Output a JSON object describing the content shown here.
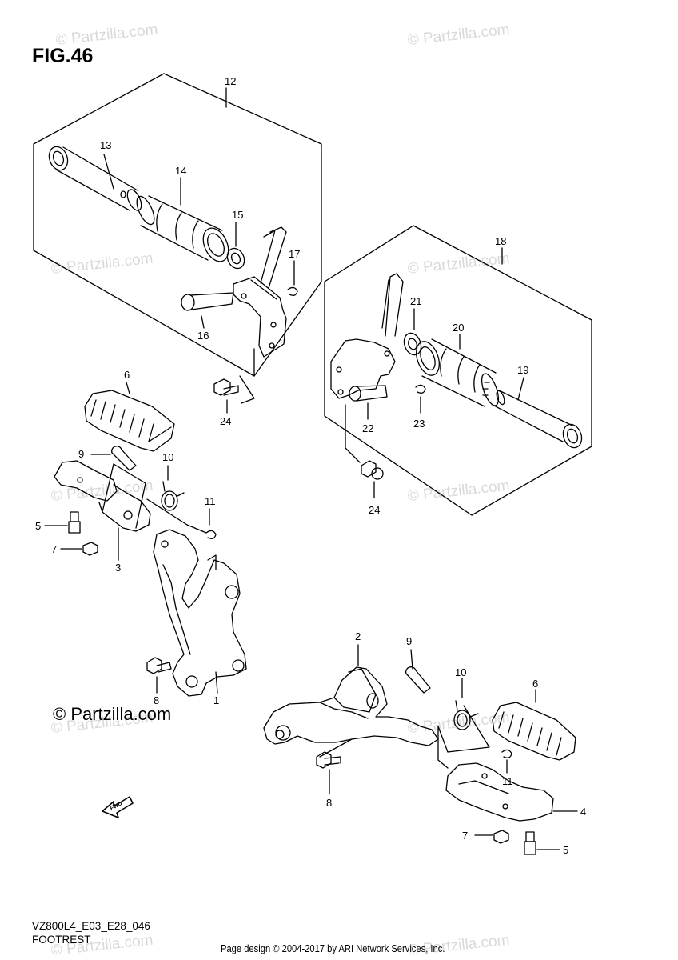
{
  "figure": {
    "title": "FIG.46"
  },
  "watermark": {
    "text": "© Partzilla.com"
  },
  "brand": {
    "text": "© Partzilla.com"
  },
  "callouts": {
    "c1": "1",
    "c2": "2",
    "c3": "3",
    "c4": "4",
    "c5a": "5",
    "c5b": "5",
    "c6a": "6",
    "c6b": "6",
    "c7a": "7",
    "c7b": "7",
    "c8a": "8",
    "c8b": "8",
    "c9a": "9",
    "c9b": "9",
    "c10a": "10",
    "c10b": "10",
    "c11a": "11",
    "c11b": "11",
    "c12": "12",
    "c13": "13",
    "c14": "14",
    "c15": "15",
    "c16": "16",
    "c17": "17",
    "c18": "18",
    "c19": "19",
    "c20": "20",
    "c21": "21",
    "c22": "22",
    "c23": "23",
    "c24a": "24",
    "c24b": "24"
  },
  "fwd": {
    "label": "FWD"
  },
  "footer": {
    "code": "VZ800L4_E03_E28_046",
    "caption": "FOOTREST",
    "page_design": "Page design © 2004-2017 by ARI Network Services, Inc."
  }
}
